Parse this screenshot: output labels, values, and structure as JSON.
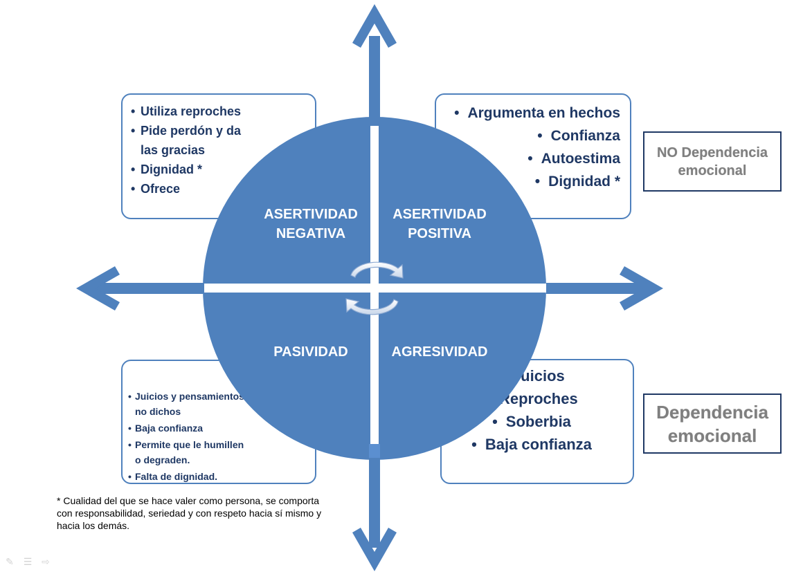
{
  "quadrants": {
    "top_left": "ASERTIVIDAD NEGATIVA",
    "top_right": "ASERTIVIDAD POSITIVA",
    "bottom_left": "PASIVIDAD",
    "bottom_right": "AGRESIVIDAD"
  },
  "boxes": {
    "top_left": [
      "Utiliza reproches",
      "Pide perdón y da las gracias",
      "Dignidad *",
      "Ofrece"
    ],
    "top_right": [
      "Argumenta en hechos",
      "Confianza",
      "Autoestima",
      "Dignidad *"
    ],
    "bottom_left": [
      "Juicios y pensamientos no dichos",
      "Baja confianza",
      "Permite que le humillen o degraden.",
      "Falta de dignidad."
    ],
    "bottom_right": [
      "Juicios",
      "Reproches",
      "Soberbia",
      "Baja confianza"
    ]
  },
  "side_labels": {
    "top": "NO Dependencia emocional",
    "bottom": "Dependencia emocional"
  },
  "footnote": "* Cualidad del que se hace valer como persona, se comporta con responsabilidad,  seriedad y con respeto hacia sí mismo y hacia los demás.",
  "colors": {
    "circle": "#4f81bd",
    "arrow": "#4f81bd",
    "box_border": "#4f81bd",
    "box_text": "#1f3864",
    "side_border": "#1f3864",
    "side_text": "#7f7f7f"
  },
  "icons": {
    "cycle": "cycle-arrows-icon",
    "controls": [
      "pen-icon",
      "menu-icon",
      "next-arrow-icon"
    ]
  }
}
